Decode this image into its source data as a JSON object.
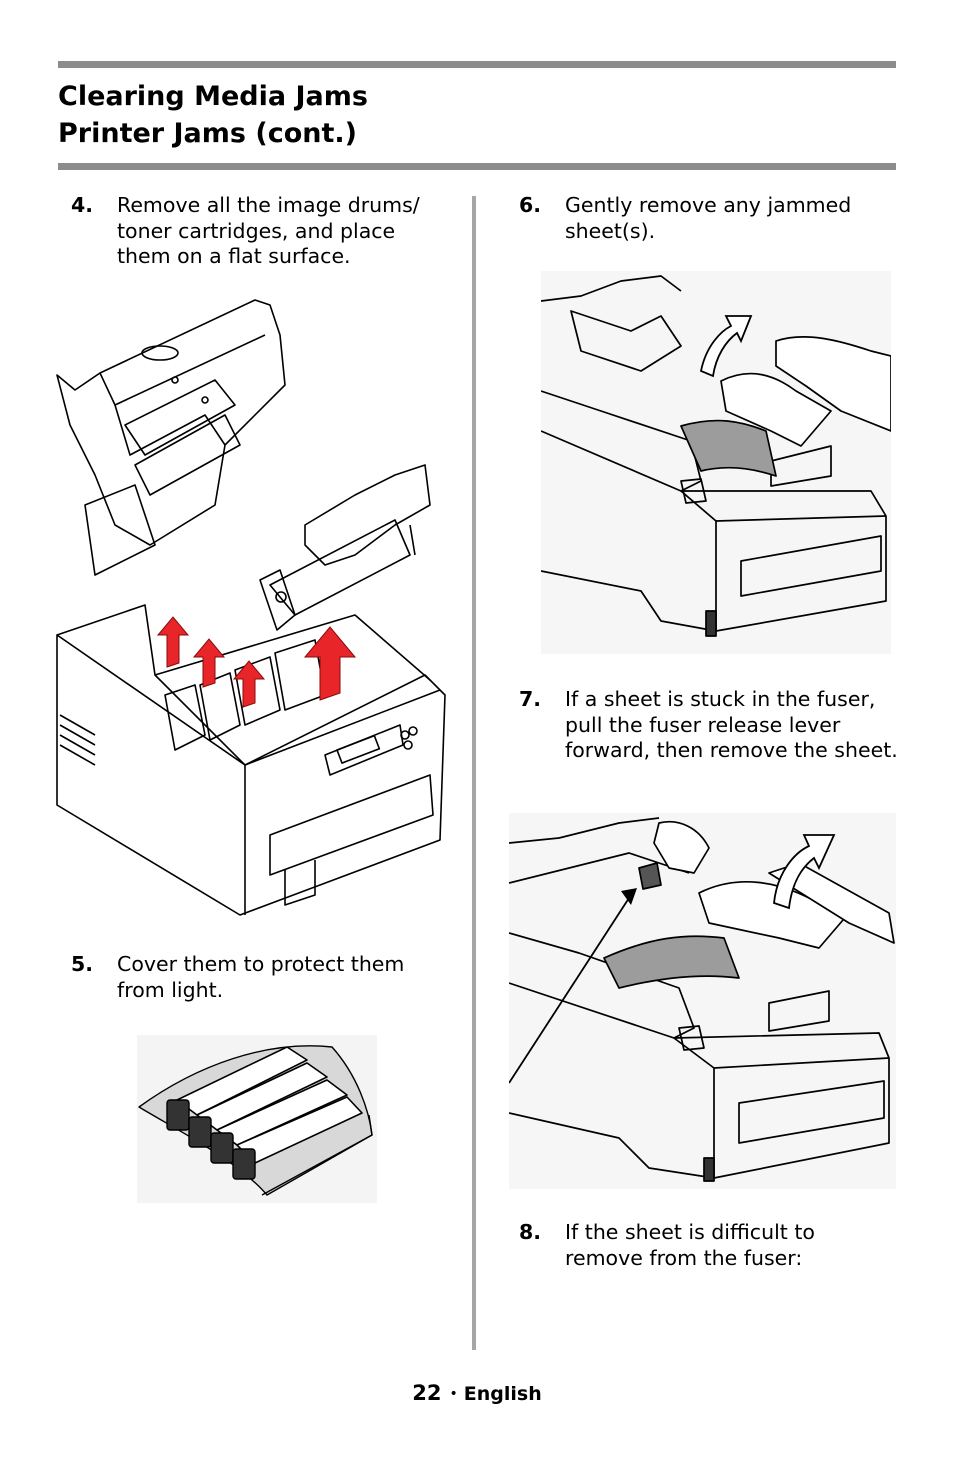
{
  "header": {
    "title_line1": "Clearing Media Jams",
    "title_line2": "Printer Jams  (cont.)"
  },
  "steps": [
    {
      "num": "4.",
      "text": "Remove all the image drums/ toner cartridges, and place them on a flat surface."
    },
    {
      "num": "5.",
      "text": " Cover them to protect them from light."
    },
    {
      "num": "6.",
      "text": "Gently remove any jammed sheet(s)."
    },
    {
      "num": "7.",
      "text": "If a sheet is stuck in the fuser, pull the fuser release lever forward, then remove the sheet."
    },
    {
      "num": "8.",
      "text": "If the sheet is difficult to remove from the fuser:"
    }
  ],
  "footer": {
    "page": "22",
    "bullet": "•",
    "language": "English"
  },
  "colors": {
    "rule": "#8c8c8c",
    "divider": "#a6a6a6",
    "arrow": "#e8262a"
  },
  "icons": [
    "printer-open-drums-illustration",
    "covered-drums-illustration",
    "remove-sheet-illustration",
    "fuser-lever-illustration"
  ]
}
